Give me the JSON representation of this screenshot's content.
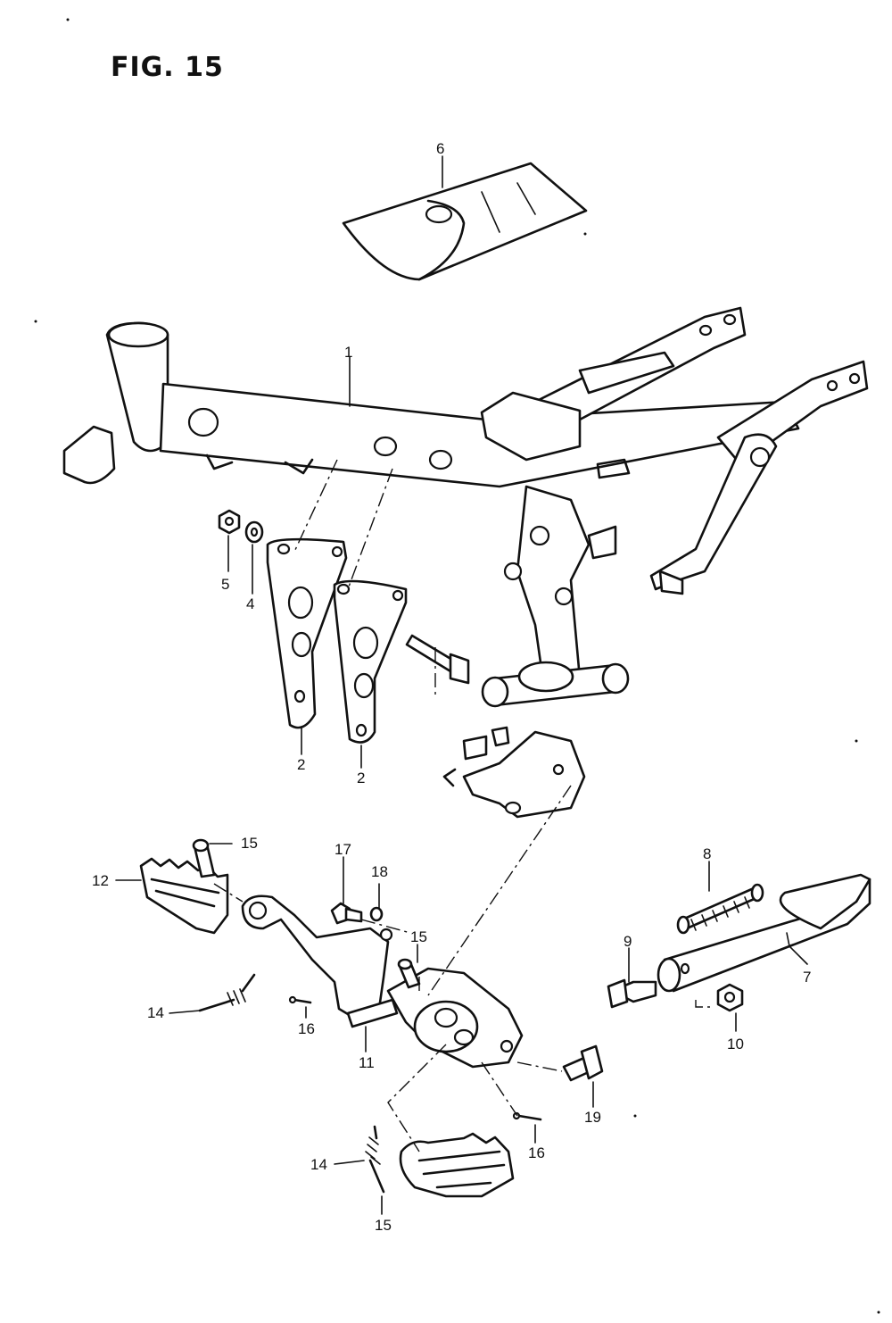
{
  "figure": {
    "title": "FIG. 15"
  },
  "callouts": [
    {
      "id": "c6",
      "label": "6"
    },
    {
      "id": "c1",
      "label": "1"
    },
    {
      "id": "c5",
      "label": "5"
    },
    {
      "id": "c4",
      "label": "4"
    },
    {
      "id": "c2a",
      "label": "2"
    },
    {
      "id": "c2b",
      "label": "2"
    },
    {
      "id": "c15a",
      "label": "15"
    },
    {
      "id": "c17",
      "label": "17"
    },
    {
      "id": "c18",
      "label": "18"
    },
    {
      "id": "c12",
      "label": "12"
    },
    {
      "id": "c15b",
      "label": "15"
    },
    {
      "id": "c8",
      "label": "8"
    },
    {
      "id": "c9",
      "label": "9"
    },
    {
      "id": "c7",
      "label": "7"
    },
    {
      "id": "c14a",
      "label": "14"
    },
    {
      "id": "c16a",
      "label": "16"
    },
    {
      "id": "c11",
      "label": "11"
    },
    {
      "id": "c10",
      "label": "10"
    },
    {
      "id": "c19",
      "label": "19"
    },
    {
      "id": "c16b",
      "label": "16"
    },
    {
      "id": "c14b",
      "label": "14"
    },
    {
      "id": "c15c",
      "label": "15"
    }
  ]
}
